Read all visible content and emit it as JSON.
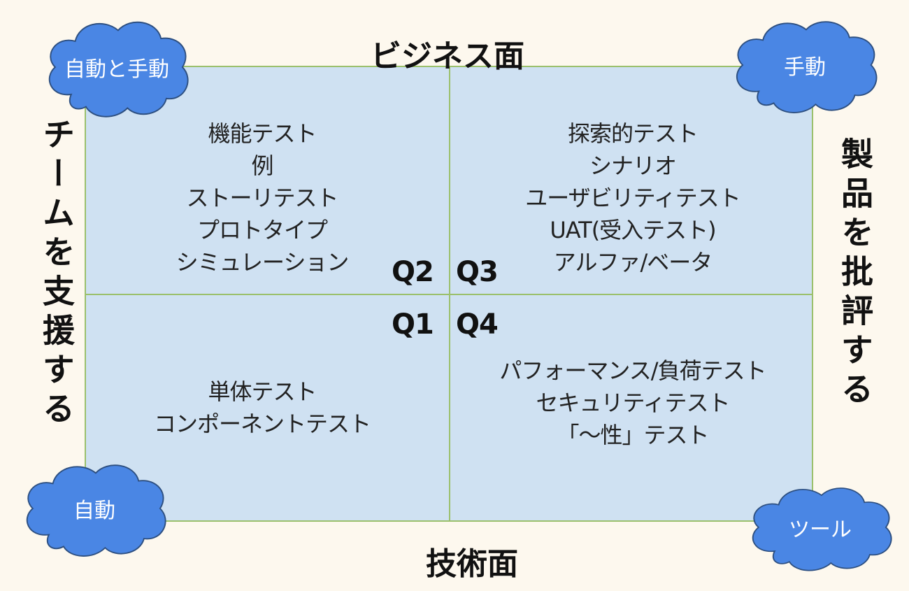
{
  "axes": {
    "top": "ビジネス面",
    "bottom": "技術面",
    "left": "チームを支援する",
    "right": "製品を批評する"
  },
  "quadrants": {
    "q2": {
      "label": "Q2",
      "items": [
        "機能テスト",
        "例",
        "ストーリテスト",
        "プロトタイプ",
        "シミュレーション"
      ]
    },
    "q3": {
      "label": "Q3",
      "items": [
        "探索的テスト",
        "シナリオ",
        "ユーザビリティテスト",
        "UAT(受入テスト)",
        "アルファ/ベータ"
      ]
    },
    "q1": {
      "label": "Q1",
      "items": [
        "単体テスト",
        "コンポーネントテスト"
      ]
    },
    "q4": {
      "label": "Q4",
      "items": [
        "パフォーマンス/負荷テスト",
        "セキュリティテスト",
        "「〜性」テスト"
      ]
    }
  },
  "clouds": {
    "top_left": "自動と手動",
    "top_right": "手動",
    "bottom_left": "自動",
    "bottom_right": "ツール"
  },
  "colors": {
    "background": "#fdf8ee",
    "quadrant_fill": "#cfe1f2",
    "grid_line": "#9bc06c",
    "cloud_fill": "#4a86e4",
    "cloud_stroke": "#2d4f80"
  }
}
